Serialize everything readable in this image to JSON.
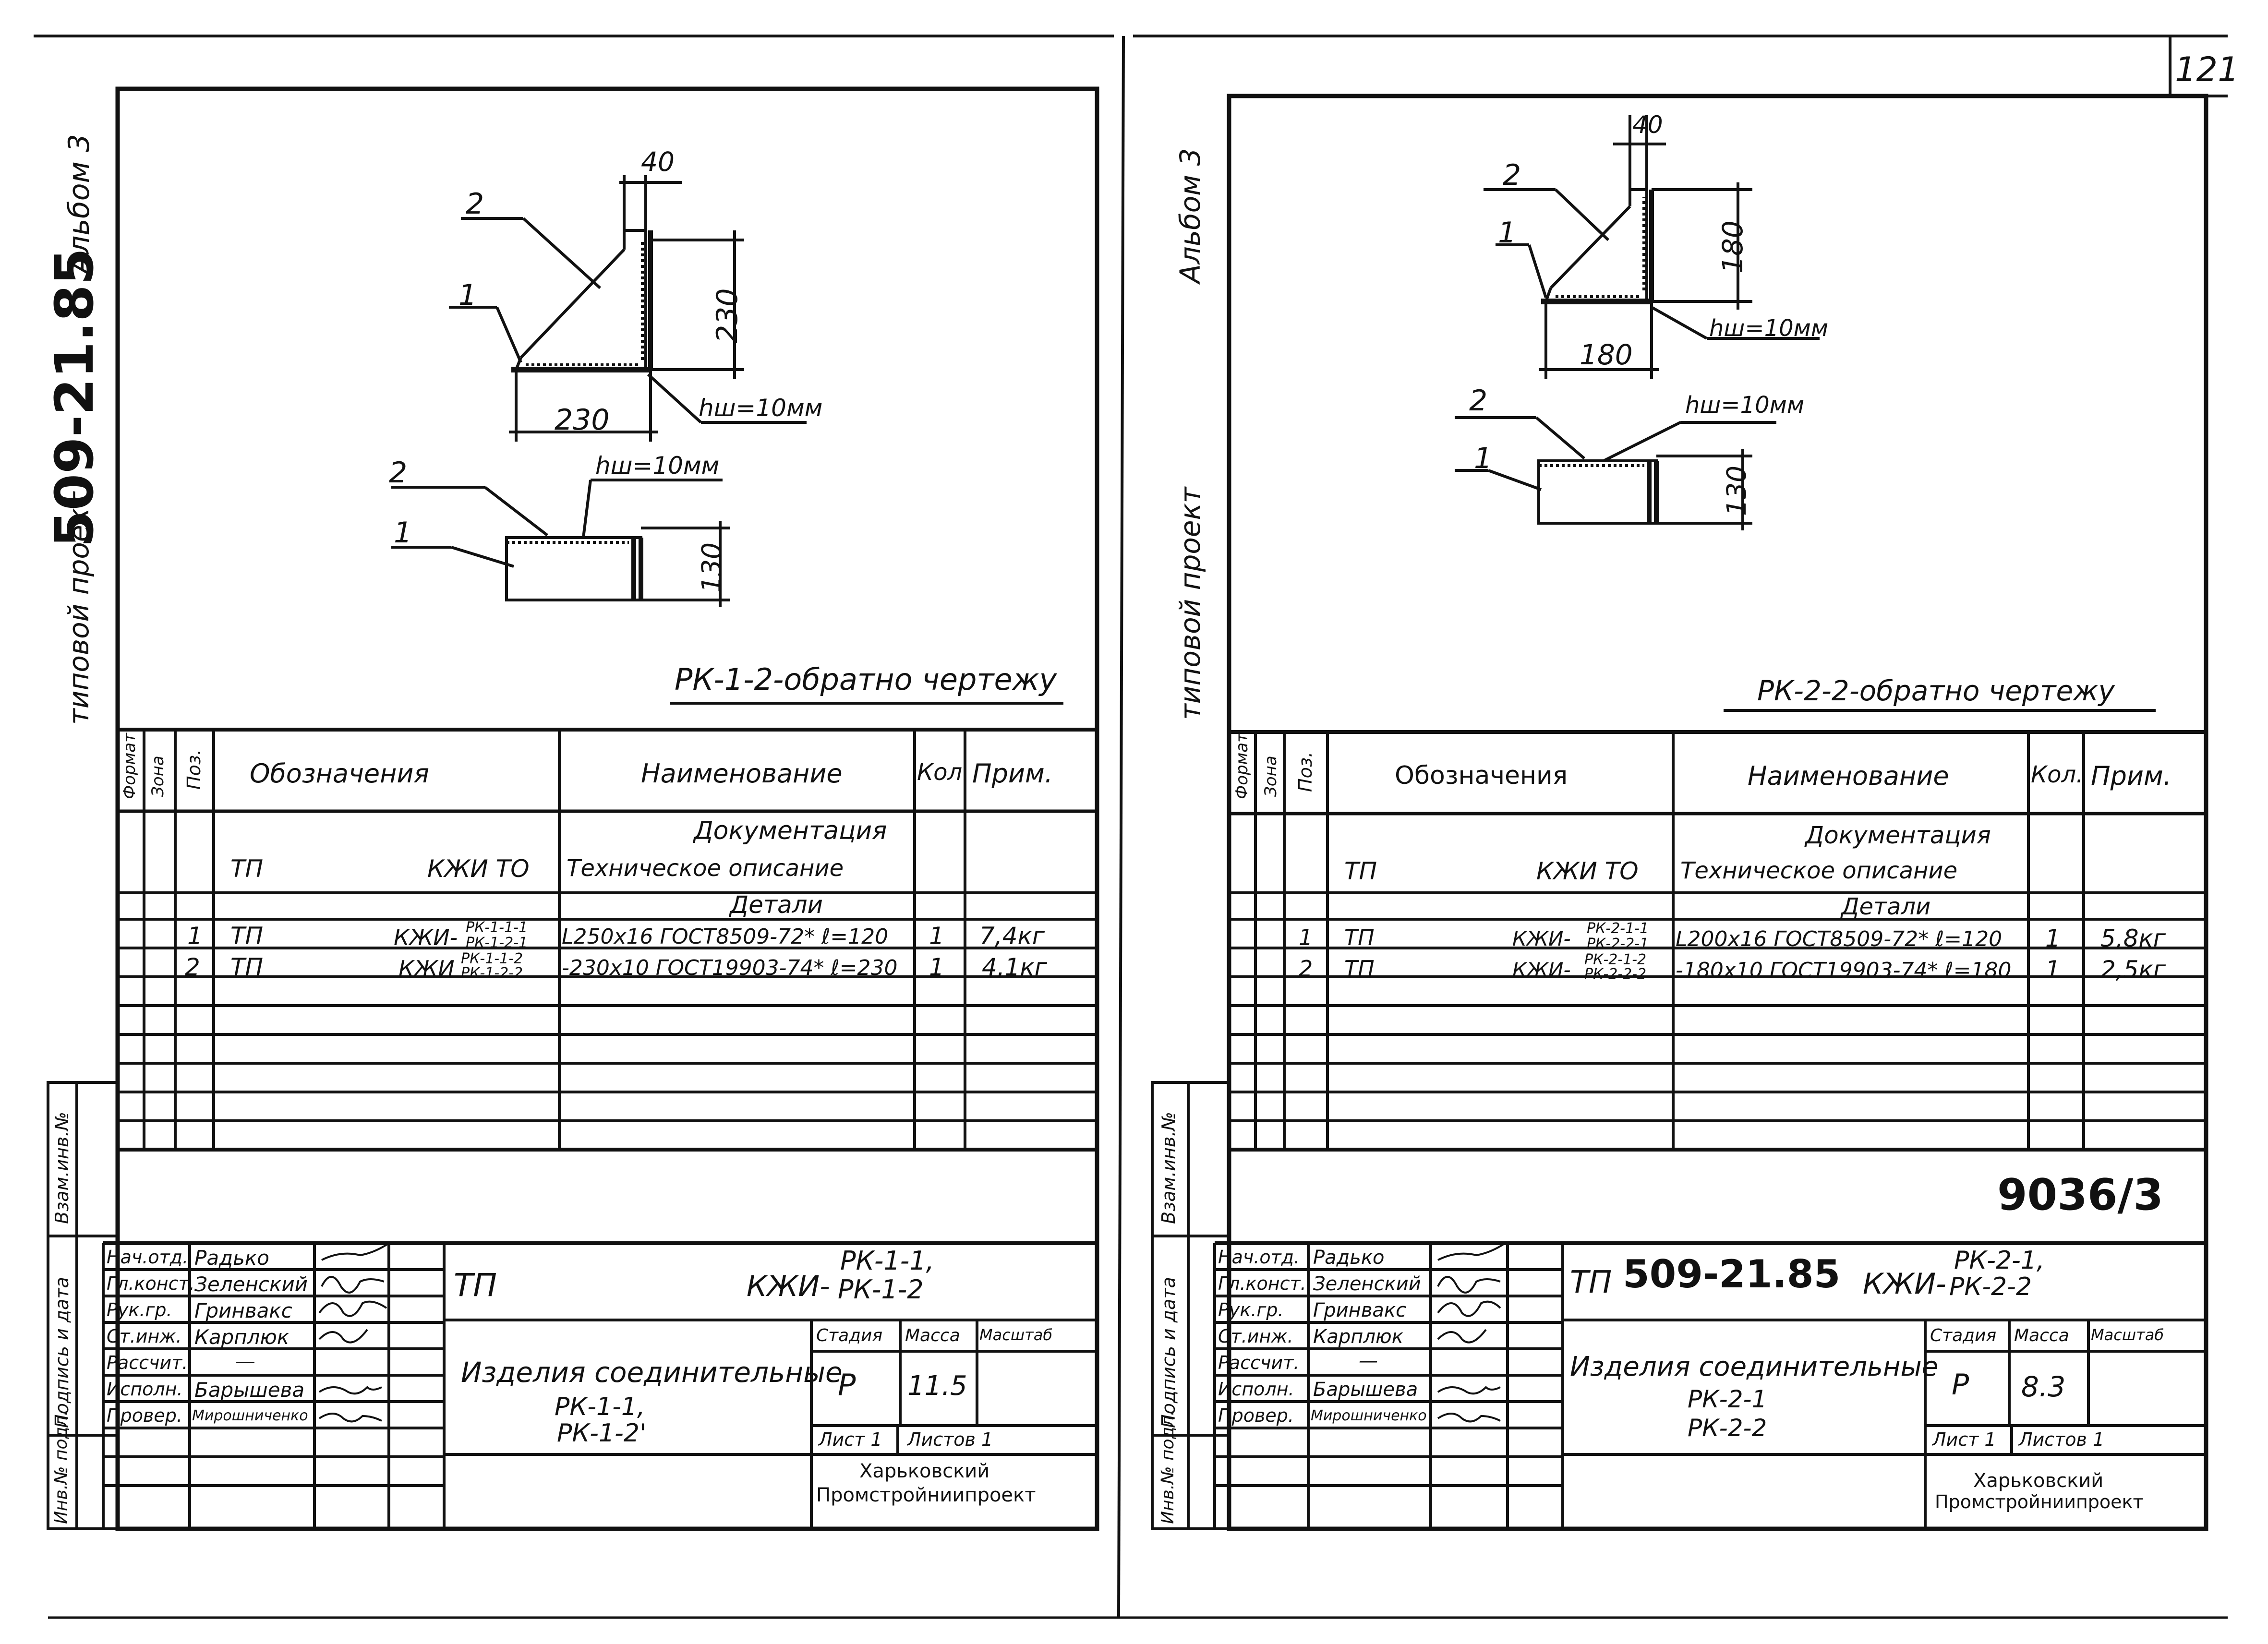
{
  "page_number": "121",
  "sheets": [
    {
      "album_label": "Альбом 3",
      "project_label": "типовой проект",
      "project_code": "509-21.85",
      "drawing_title": "РК-1-2-обратно чертежу",
      "view1": {
        "leader1": "2",
        "leader2": "1",
        "dim_top": "40",
        "dim_right": "230",
        "dim_bottom": "230",
        "weld": "hш=10мм"
      },
      "view2": {
        "leader1": "2",
        "leader2": "1",
        "weld": "hш=10мм",
        "dim_right": "130"
      },
      "spec_headers": {
        "format": "Формат",
        "zone": "Зона",
        "pos": "Поз.",
        "designation": "Обозначения",
        "name": "Наименование",
        "qty": "Кол.",
        "note": "Прим."
      },
      "doc_section": "Документация",
      "doc_row": {
        "d1": "ТП",
        "d2": "КЖИ ТО",
        "name": "Техническое описание"
      },
      "details_section": "Детали",
      "rows": [
        {
          "pos": "1",
          "d1": "ТП",
          "d2": "КЖИ-",
          "d3": "РК-1-1-1",
          "d4": "РК-1-2-1",
          "name": "L250х16 ГОСТ8509-72* ℓ=120",
          "qty": "1",
          "note": "7,4кг"
        },
        {
          "pos": "2",
          "d1": "ТП",
          "d2": "КЖИ",
          "d3": "РК-1-1-2",
          "d4": "РК-1-2-2",
          "name": "-230х10 ГОСТ19903-74* ℓ=230",
          "qty": "1",
          "note": "4,1кг"
        }
      ],
      "side_labels": [
        "Взам.инв.№",
        "Подпись и дата",
        "Инв.№ подл."
      ],
      "title_block": {
        "staff": [
          {
            "role": "Нач.отд.",
            "name": "Радько"
          },
          {
            "role": "Гл.конст.",
            "name": "Зеленский"
          },
          {
            "role": "Рук.гр.",
            "name": "Гринвакс"
          },
          {
            "role": "Ст.инж.",
            "name": "Карплюк"
          },
          {
            "role": "Рассчит.",
            "name": "—"
          },
          {
            "role": "Исполн.",
            "name": "Барышева"
          },
          {
            "role": "Провер.",
            "name": "Мирошниченко"
          }
        ],
        "code_prefix": "ТП",
        "code_suffix": "КЖИ-",
        "code_top": "РК-1-1,",
        "code_bottom": "РК-1-2",
        "name_line1": "Изделия соединительные",
        "name_line2": "РК-1-1,",
        "name_line3": "РК-1-2'",
        "stage_label": "Стадия",
        "mass_label": "Масса",
        "scale_label": "Масштаб",
        "stage": "Р",
        "mass": "11.5",
        "sheet_label": "Лист 1",
        "sheets_label": "Листов 1",
        "org_line1": "Харьковский",
        "org_line2": "Промстройниипроект"
      }
    },
    {
      "album_label": "Альбом 3",
      "project_label": "типовой проект",
      "drawing_title": "РК-2-2-обратно чертежу",
      "view1": {
        "leader1": "2",
        "leader2": "1",
        "dim_top": "40",
        "dim_right": "180",
        "dim_bottom": "180",
        "weld": "hш=10мм"
      },
      "view2": {
        "leader1": "2",
        "leader2": "1",
        "weld": "hш=10мм",
        "dim_right": "130"
      },
      "spec_headers": {
        "format": "Формат",
        "zone": "Зона",
        "pos": "Поз.",
        "designation": "Обозначения",
        "name": "Наименование",
        "qty": "Кол.",
        "note": "Прим."
      },
      "doc_section": "Документация",
      "doc_row": {
        "d1": "ТП",
        "d2": "КЖИ ТО",
        "name": "Техническое описание"
      },
      "details_section": "Детали",
      "rows": [
        {
          "pos": "1",
          "d1": "ТП",
          "d2": "КЖИ-",
          "d3": "РК-2-1-1",
          "d4": "РК-2-2-1",
          "name": "L200х16 ГОСТ8509-72* ℓ=120",
          "qty": "1",
          "note": "5,8кг"
        },
        {
          "pos": "2",
          "d1": "ТП",
          "d2": "КЖИ-",
          "d3": "РК-2-1-2",
          "d4": "РК-2-2-2",
          "name": "-180х10 ГОСТ19903-74* ℓ=180",
          "qty": "1",
          "note": "2,5кг"
        }
      ],
      "side_labels": [
        "Взам.инв.№",
        "Подпись и дата",
        "Инв.№ подл."
      ],
      "stamp_number": "9036/3",
      "title_block": {
        "staff": [
          {
            "role": "Нач.отд.",
            "name": "Радько"
          },
          {
            "role": "Гл.конст.",
            "name": "Зеленский"
          },
          {
            "role": "Рук.гр.",
            "name": "Гринвакс"
          },
          {
            "role": "Ст.инж.",
            "name": "Карплюк"
          },
          {
            "role": "Рассчит.",
            "name": "—"
          },
          {
            "role": "Исполн.",
            "name": "Барышева"
          },
          {
            "role": "Провер.",
            "name": "Мирошниченко"
          }
        ],
        "code_prefix": "ТП",
        "code_main": "509-21.85",
        "code_suffix": "КЖИ-",
        "code_top": "РК-2-1,",
        "code_bottom": "РК-2-2",
        "name_line1": "Изделия соединительные",
        "name_line2": "РК-2-1",
        "name_line3": "РК-2-2",
        "stage_label": "Стадия",
        "mass_label": "Масса",
        "scale_label": "Масштаб",
        "stage": "Р",
        "mass": "8.3",
        "sheet_label": "Лист 1",
        "sheets_label": "Листов 1",
        "org_line1": "Харьковский",
        "org_line2": "Промстройниипроект"
      }
    }
  ]
}
